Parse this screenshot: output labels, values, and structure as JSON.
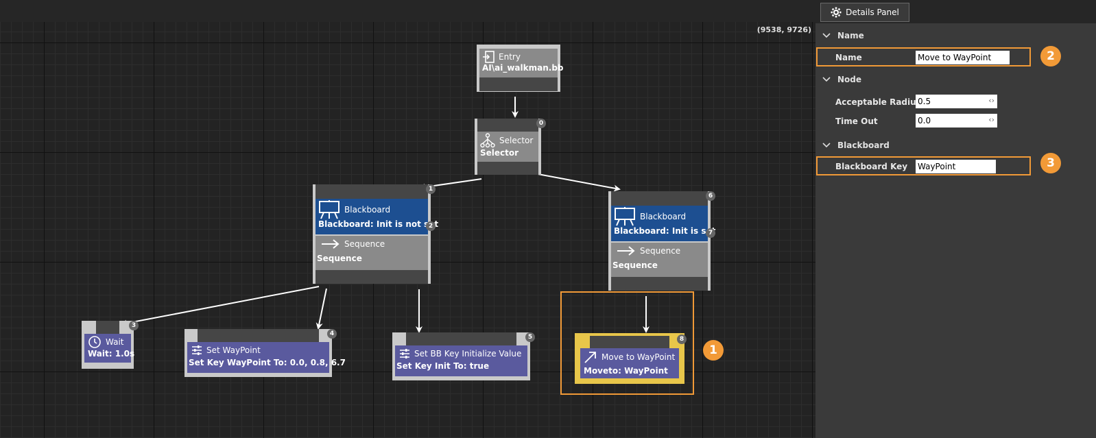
{
  "canvas": {
    "coords": "(9538, 9726)",
    "nodes": {
      "entry": {
        "title": "Entry",
        "subtitle": "AI\\ai_walkman.bb"
      },
      "selector": {
        "title": "Selector",
        "subtitle": "Selector",
        "index": "0"
      },
      "bb_left": {
        "index": "1",
        "decorator": {
          "title": "Blackboard",
          "subtitle": "Blackboard: Init is not set",
          "index": "2"
        },
        "sequence": {
          "title": "Sequence",
          "subtitle": "Sequence"
        }
      },
      "bb_right": {
        "index": "6",
        "decorator": {
          "title": "Blackboard",
          "subtitle": "Blackboard: Init is set",
          "index": "7"
        },
        "sequence": {
          "title": "Sequence",
          "subtitle": "Sequence"
        }
      },
      "wait": {
        "title": "Wait",
        "subtitle": "Wait: 1.0s",
        "index": "3"
      },
      "set_waypoint": {
        "title": "Set WayPoint",
        "subtitle": "Set Key WayPoint To: 0.0, 0.8, 6.7",
        "index": "4"
      },
      "set_bb": {
        "title": "Set BB Key Initialize Value",
        "subtitle": "Set Key Init To: true",
        "index": "5"
      },
      "move_to": {
        "title": "Move to WayPoint",
        "subtitle": "Moveto: WayPoint",
        "index": "8"
      }
    },
    "callouts": [
      "1",
      "2",
      "3"
    ],
    "highlight_color": "#f29a37",
    "selected_color": "#e8c64a"
  },
  "panel": {
    "tab_label": "Details Panel",
    "sections": {
      "name": {
        "label": "Name",
        "props": {
          "name": {
            "label": "Name",
            "value": "Move to WayPoint"
          }
        }
      },
      "node": {
        "label": "Node",
        "props": {
          "radius": {
            "label": "Acceptable Radius",
            "value": "0.5"
          },
          "timeout": {
            "label": "Time Out",
            "value": "0.0"
          }
        }
      },
      "blackboard": {
        "label": "Blackboard",
        "props": {
          "key": {
            "label": "Blackboard Key",
            "value": "WayPoint"
          }
        }
      }
    }
  }
}
